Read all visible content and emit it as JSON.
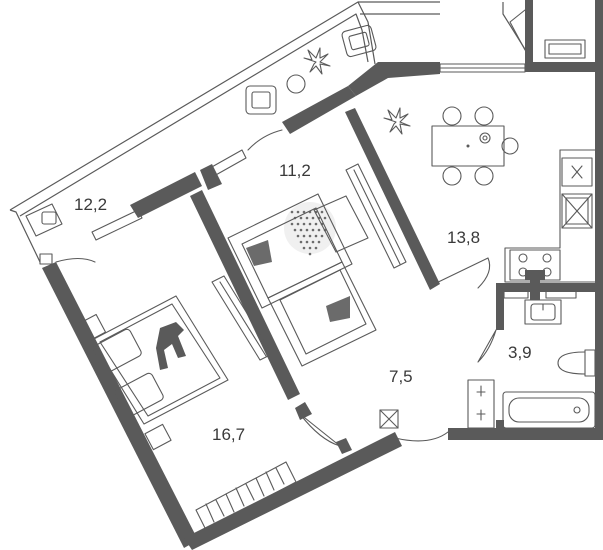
{
  "rooms": [
    {
      "id": "balcony",
      "area": "12,2"
    },
    {
      "id": "living-room",
      "area": "11,2"
    },
    {
      "id": "kitchen",
      "area": "13,8"
    },
    {
      "id": "bedroom",
      "area": "16,7"
    },
    {
      "id": "hallway",
      "area": "7,5"
    },
    {
      "id": "bathroom",
      "area": "3,9"
    }
  ],
  "colors": {
    "wall": "#5a5a5a",
    "accent_sofa": "#6b6b6b",
    "rug_dots": "#6b6b6b",
    "background": "#ffffff"
  },
  "icons": [
    "plant-icon",
    "stove-icon",
    "sink-icon",
    "toilet-icon",
    "bathtub-icon",
    "bed-icon",
    "sofa-icon",
    "dining-table-icon",
    "armchair-icon",
    "radiator-icon",
    "ventilation-shaft-icon",
    "wardrobe-icon"
  ]
}
